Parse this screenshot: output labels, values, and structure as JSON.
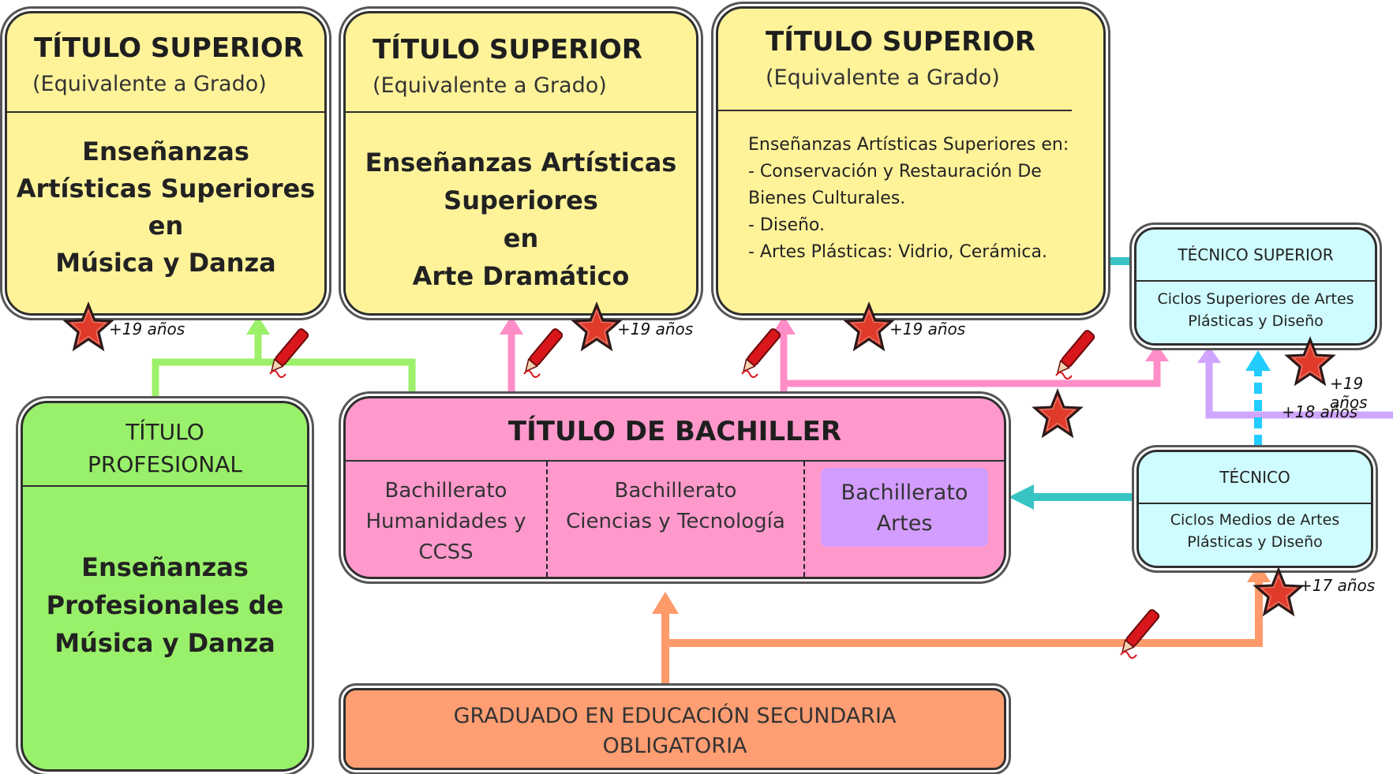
{
  "titulo_superior_1": {
    "title": "TÍTULO SUPERIOR",
    "subtitle": "(Equivalente a Grado)",
    "body": [
      "Enseñanzas",
      "Artísticas Superiores",
      "en",
      "Música y Danza"
    ],
    "age": "+19 años"
  },
  "titulo_superior_2": {
    "title": "TÍTULO SUPERIOR",
    "subtitle": "(Equivalente a Grado)",
    "body": [
      "Enseñanzas Artísticas",
      "Superiores",
      "en",
      "Arte Dramático"
    ],
    "age": "+19 años"
  },
  "titulo_superior_3": {
    "title": "TÍTULO SUPERIOR",
    "subtitle": "(Equivalente a Grado)",
    "body": [
      "Enseñanzas Artísticas Superiores en:",
      "- Conservación y Restauración De",
      "Bienes Culturales.",
      "- Diseño.",
      "- Artes Plásticas: Vidrio, Cerámica."
    ],
    "age": "+19 años"
  },
  "tecnico_superior": {
    "title": "TÉCNICO SUPERIOR",
    "body": [
      "Ciclos Superiores de Artes",
      "Plásticas y Diseño"
    ],
    "age": "+19 años",
    "age_access": "+18 años"
  },
  "titulo_profesional": {
    "title": [
      "TÍTULO",
      "PROFESIONAL"
    ],
    "body": [
      "Enseñanzas",
      "Profesionales de",
      "Música y Danza"
    ]
  },
  "bachiller": {
    "title": "TÍTULO DE BACHILLER",
    "col1": [
      "Bachillerato",
      "Humanidades y",
      "CCSS"
    ],
    "col2": [
      "Bachillerato",
      "Ciencias y Tecnología"
    ],
    "col3": [
      "Bachillerato",
      "Artes"
    ]
  },
  "tecnico": {
    "title": "TÉCNICO",
    "body": [
      "Ciclos Medios de Artes",
      "Plásticas y Diseño"
    ],
    "age": "+17 años"
  },
  "graduado": {
    "lines": [
      "GRADUADO EN EDUCACIÓN SECUNDARIA",
      "OBLIGATORIA"
    ]
  },
  "colors": {
    "yellow": "#fff39a",
    "green": "#99f06a",
    "pink": "#ff99cc",
    "cyan": "#cffcff",
    "orange": "#ff9e72",
    "purple": "#d39cff",
    "arrow_green": "#9cf06a",
    "arrow_pink": "#ff8ec8",
    "arrow_teal": "#38c4c4",
    "arrow_blue": "#22ccff",
    "arrow_orange": "#ff9a6a",
    "arrow_lilac": "#cfa6ff",
    "star": "#e03a2a"
  }
}
